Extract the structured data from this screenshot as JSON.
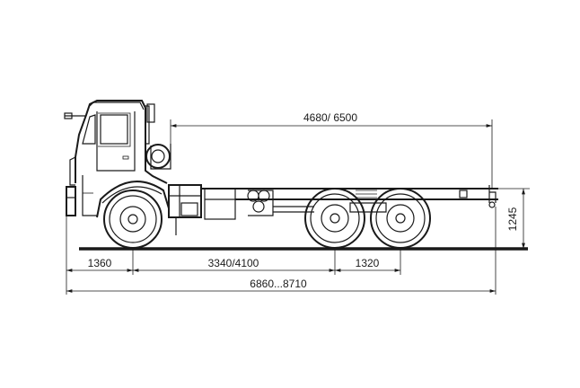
{
  "dimensions": {
    "wheelbase_top": "4680/ 6500",
    "front_overhang": "1360",
    "wheelbase": "3340/4100",
    "tandem_spacing": "1320",
    "overall_length": "6860...8710",
    "frame_height": "1245"
  }
}
